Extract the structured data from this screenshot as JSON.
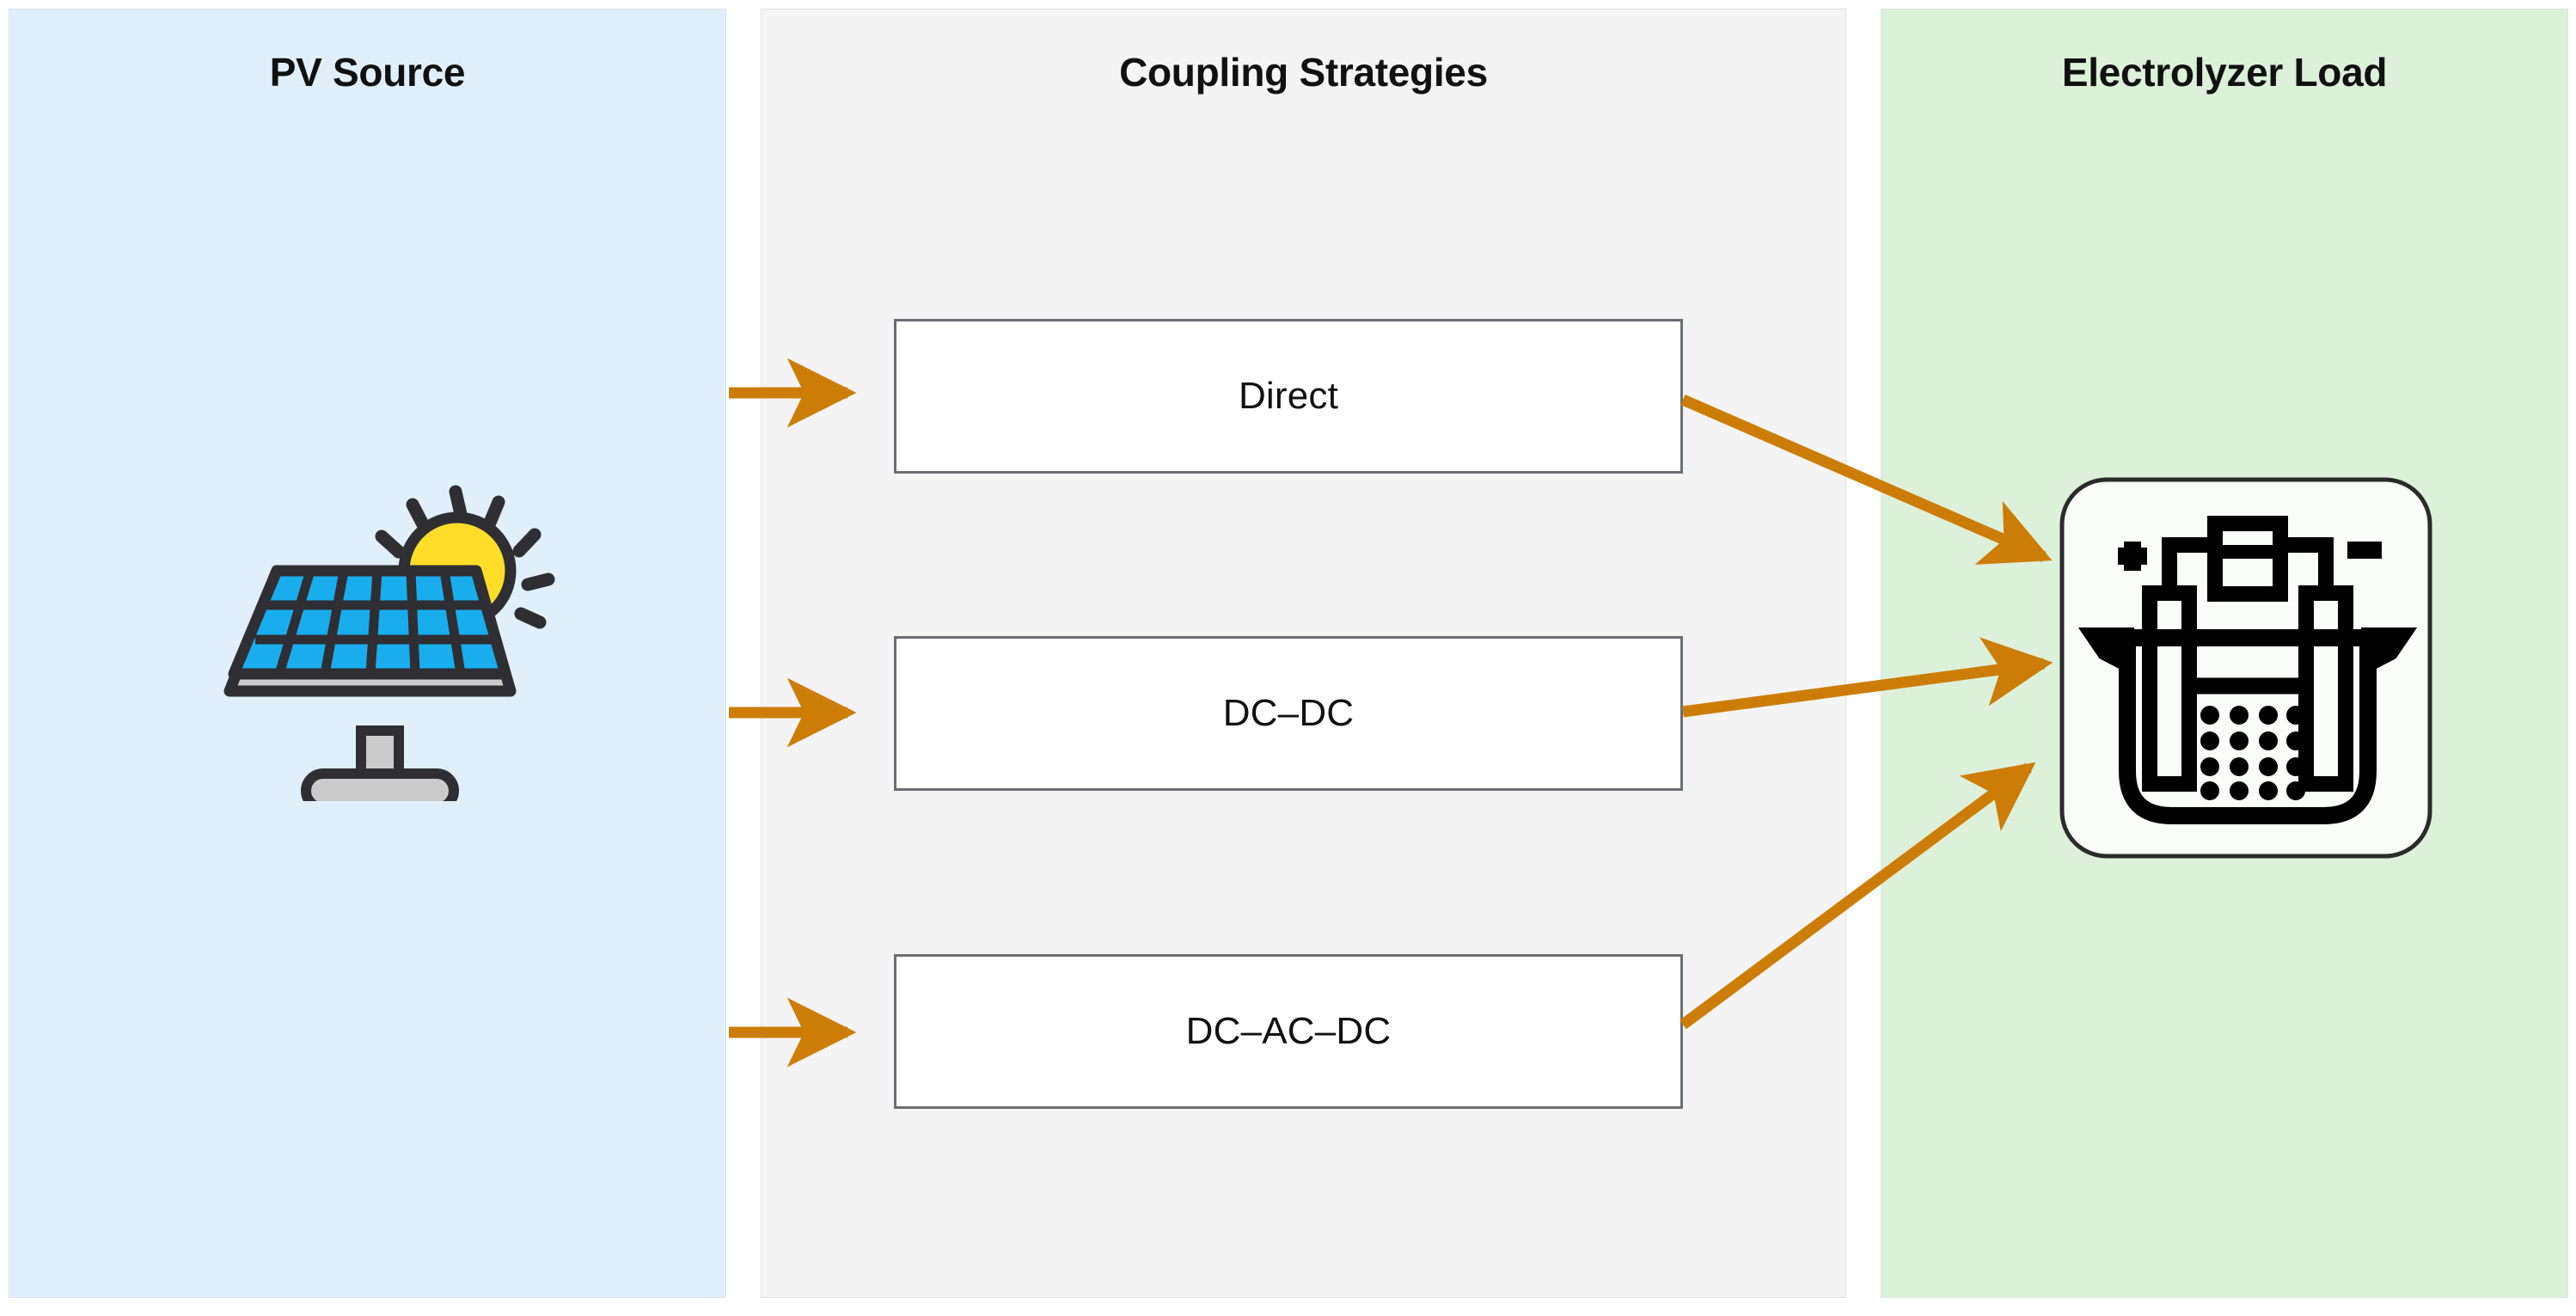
{
  "panels": {
    "pv": {
      "title": "PV Source",
      "bg": "#e1effa",
      "icon": "solar-panel-with-sun-icon"
    },
    "coupling": {
      "title": "Coupling Strategies",
      "bg": "#f4f4f4"
    },
    "load": {
      "title": "Electrolyzer Load",
      "bg": "#ddf0da",
      "icon": "electrolyzer-cell-icon"
    }
  },
  "strategies": [
    {
      "label": "Direct"
    },
    {
      "label": "DC–DC"
    },
    {
      "label": "DC–AC–DC"
    }
  ],
  "arrows": {
    "color": "#cc7d07",
    "from_pv": [
      {
        "name": "pv-to-direct"
      },
      {
        "name": "pv-to-dcdc"
      },
      {
        "name": "pv-to-dcacdc"
      }
    ],
    "to_load": [
      {
        "name": "direct-to-electrolyzer"
      },
      {
        "name": "dcdc-to-electrolyzer"
      },
      {
        "name": "dcacdc-to-electrolyzer"
      }
    ]
  },
  "icons": {
    "solar": {
      "name": "solar-panel-with-sun-icon",
      "panel_cell_color": "#19ADEE",
      "frame_color": "#2E2E33",
      "stand_color": "#CBCBCB",
      "sun_color": "#FFDD28"
    },
    "electrolyzer": {
      "name": "electrolyzer-cell-icon",
      "tile_color": "#FAFCF9",
      "line_color": "#000000",
      "plus_label": "+",
      "minus_label": "−"
    }
  }
}
